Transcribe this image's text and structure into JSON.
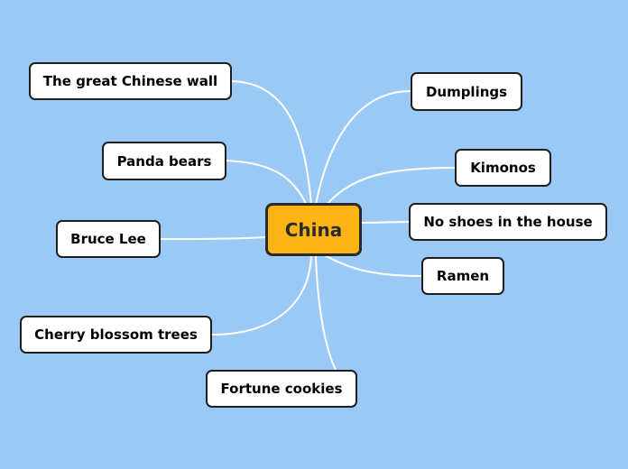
{
  "mindmap": {
    "central": {
      "label": "China"
    },
    "topics": [
      {
        "label": "The great Chinese wall"
      },
      {
        "label": "Panda bears"
      },
      {
        "label": "Bruce Lee"
      },
      {
        "label": "Cherry blossom trees"
      },
      {
        "label": "Fortune cookies"
      },
      {
        "label": "Dumplings"
      },
      {
        "label": "Kimonos"
      },
      {
        "label": "No shoes in the house"
      },
      {
        "label": "Ramen"
      }
    ]
  },
  "colors": {
    "background": "#9BC9F6",
    "central_fill": "#FDB515",
    "node_fill": "#FFFFFF",
    "connector": "#FFFFFF"
  }
}
